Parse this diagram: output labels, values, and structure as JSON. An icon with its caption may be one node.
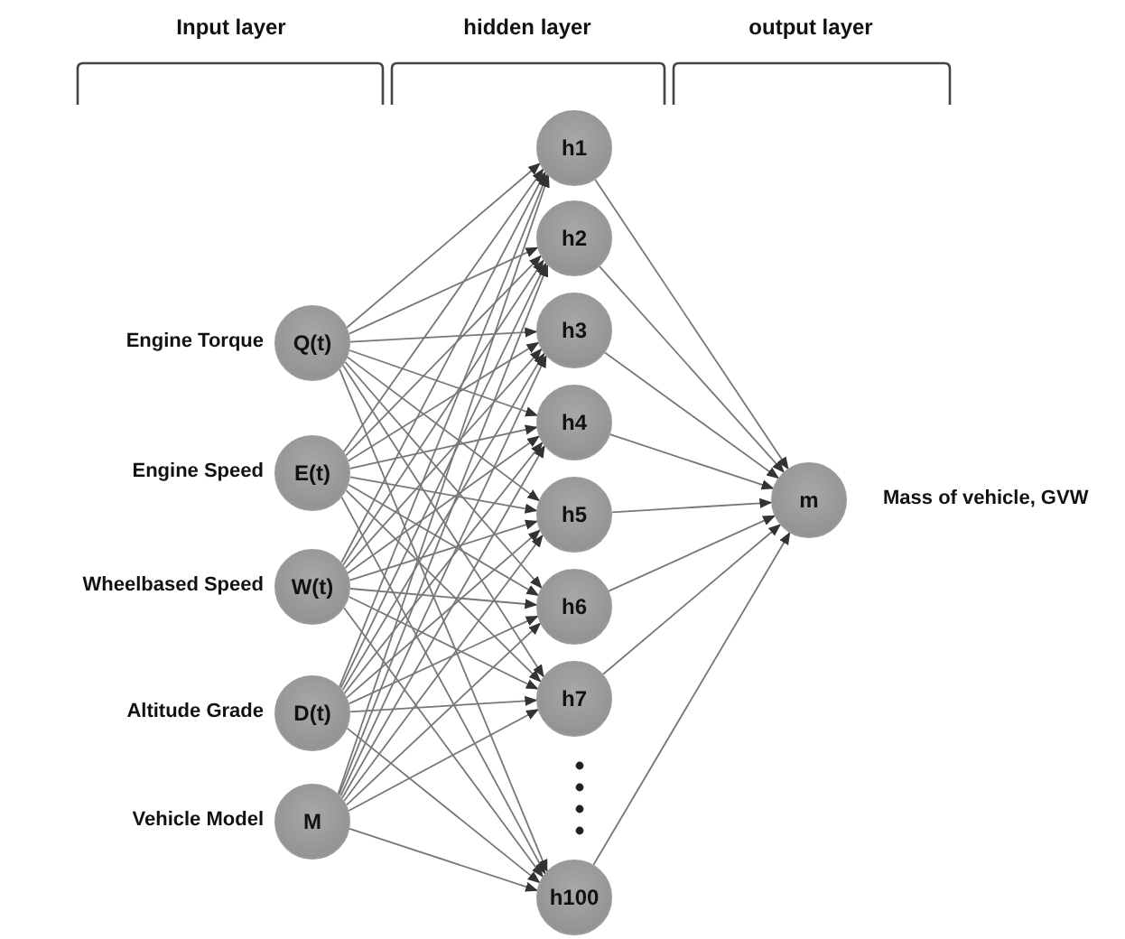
{
  "diagram": {
    "nodes": [
      {
        "text": [
          "Q(t)"
        ],
        "beside": [
          "Engine Torque"
        ]
      },
      {
        "text": [
          "E(t)"
        ],
        "beside": [
          "Engine Speed"
        ]
      },
      {
        "text": [
          "W(t)"
        ],
        "beside": [
          "Wheelbased Speed"
        ]
      },
      {
        "text": [
          "D(t)"
        ],
        "beside": [
          "Altitude Grade"
        ]
      },
      {
        "text": [
          "M"
        ],
        "beside": [
          "Vehicle Model"
        ]
      },
      {
        "text": [
          "h1"
        ]
      },
      {
        "text": [
          "h2"
        ]
      },
      {
        "text": [
          "h3"
        ]
      },
      {
        "text": [
          "h4"
        ]
      },
      {
        "text": [
          "h5"
        ]
      },
      {
        "text": [
          "h6"
        ]
      },
      {
        "text": [
          "h7"
        ]
      },
      {
        "text": [
          "h100"
        ]
      },
      {
        "text": [
          "m"
        ],
        "beside": [
          "Mass of vehicle, GVW"
        ]
      }
    ],
    "edges": [
      {
        "from": 0,
        "to": 5,
        "arrow": "to"
      },
      {
        "from": 0,
        "to": 6,
        "arrow": "to"
      },
      {
        "from": 0,
        "to": 7,
        "arrow": "to"
      },
      {
        "from": 0,
        "to": 8,
        "arrow": "to"
      },
      {
        "from": 0,
        "to": 9,
        "arrow": "to"
      },
      {
        "from": 0,
        "to": 10,
        "arrow": "to"
      },
      {
        "from": 0,
        "to": 11,
        "arrow": "to"
      },
      {
        "from": 0,
        "to": 12,
        "arrow": "to"
      },
      {
        "from": 1,
        "to": 5,
        "arrow": "to"
      },
      {
        "from": 1,
        "to": 6,
        "arrow": "to"
      },
      {
        "from": 1,
        "to": 7,
        "arrow": "to"
      },
      {
        "from": 1,
        "to": 8,
        "arrow": "to"
      },
      {
        "from": 1,
        "to": 9,
        "arrow": "to"
      },
      {
        "from": 1,
        "to": 10,
        "arrow": "to"
      },
      {
        "from": 1,
        "to": 11,
        "arrow": "to"
      },
      {
        "from": 1,
        "to": 12,
        "arrow": "to"
      },
      {
        "from": 2,
        "to": 5,
        "arrow": "to"
      },
      {
        "from": 2,
        "to": 6,
        "arrow": "to"
      },
      {
        "from": 2,
        "to": 7,
        "arrow": "to"
      },
      {
        "from": 2,
        "to": 8,
        "arrow": "to"
      },
      {
        "from": 2,
        "to": 9,
        "arrow": "to"
      },
      {
        "from": 2,
        "to": 10,
        "arrow": "to"
      },
      {
        "from": 2,
        "to": 11,
        "arrow": "to"
      },
      {
        "from": 2,
        "to": 12,
        "arrow": "to"
      },
      {
        "from": 3,
        "to": 5,
        "arrow": "to"
      },
      {
        "from": 3,
        "to": 6,
        "arrow": "to"
      },
      {
        "from": 3,
        "to": 7,
        "arrow": "to"
      },
      {
        "from": 3,
        "to": 8,
        "arrow": "to"
      },
      {
        "from": 3,
        "to": 9,
        "arrow": "to"
      },
      {
        "from": 3,
        "to": 10,
        "arrow": "to"
      },
      {
        "from": 3,
        "to": 11,
        "arrow": "to"
      },
      {
        "from": 3,
        "to": 12,
        "arrow": "to"
      },
      {
        "from": 4,
        "to": 5,
        "arrow": "to"
      },
      {
        "from": 4,
        "to": 6,
        "arrow": "to"
      },
      {
        "from": 4,
        "to": 7,
        "arrow": "to"
      },
      {
        "from": 4,
        "to": 8,
        "arrow": "to"
      },
      {
        "from": 4,
        "to": 9,
        "arrow": "to"
      },
      {
        "from": 4,
        "to": 10,
        "arrow": "to"
      },
      {
        "from": 4,
        "to": 11,
        "arrow": "to"
      },
      {
        "from": 4,
        "to": 12,
        "arrow": "to"
      },
      {
        "from": 5,
        "to": 13,
        "arrow": "to"
      },
      {
        "from": 6,
        "to": 13,
        "arrow": "to"
      },
      {
        "from": 7,
        "to": 13,
        "arrow": "to"
      },
      {
        "from": 8,
        "to": 13,
        "arrow": "to"
      },
      {
        "from": 9,
        "to": 13,
        "arrow": "to"
      },
      {
        "from": 10,
        "to": 13,
        "arrow": "to"
      },
      {
        "from": 11,
        "to": 13,
        "arrow": "to"
      },
      {
        "from": 12,
        "to": 13,
        "arrow": "to"
      }
    ],
    "labels": [
      "Input layer",
      "hidden layer",
      "output layer"
    ]
  }
}
